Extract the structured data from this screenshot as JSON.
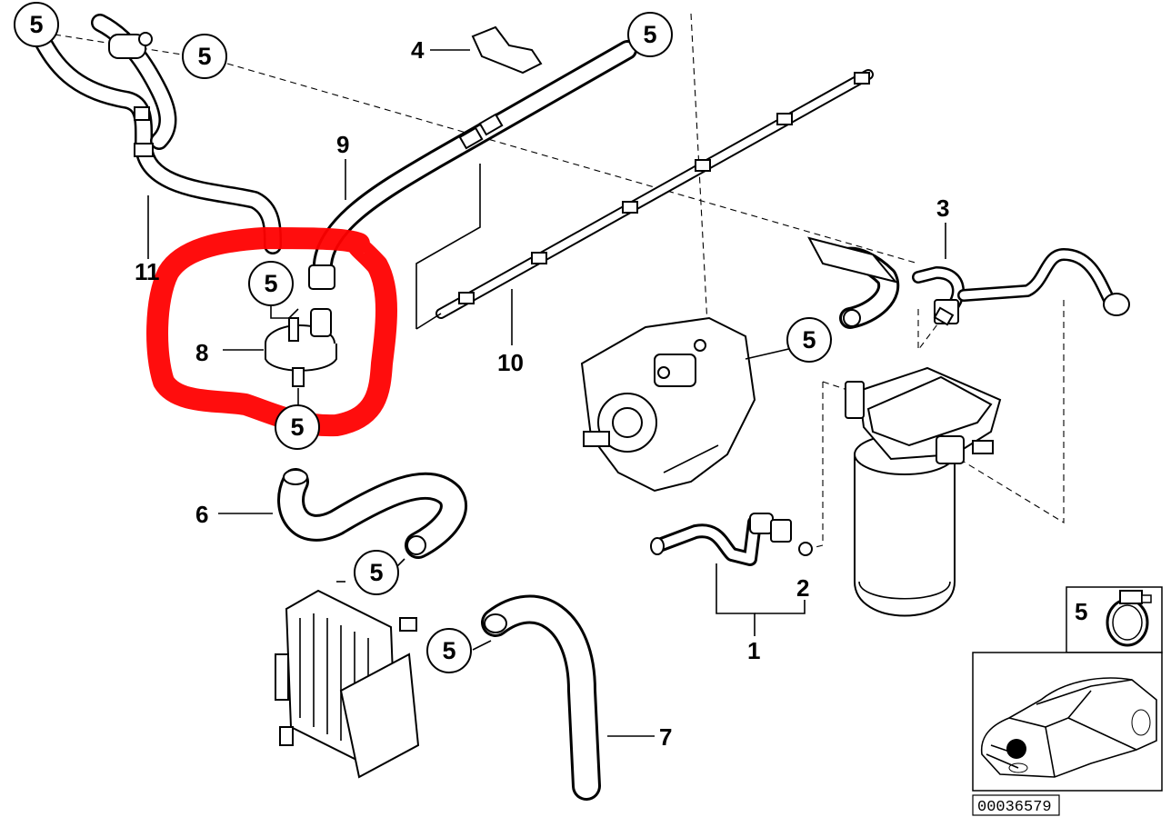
{
  "diagram": {
    "part_numbers": {
      "p1": "1",
      "p2": "2",
      "p3": "3",
      "p4": "4",
      "p6": "6",
      "p7": "7",
      "p8": "8",
      "p9": "9",
      "p10": "10",
      "p11": "11"
    },
    "callout_clamp_label": "5",
    "legend_clamp_label": "5",
    "reference_code": "00036579",
    "highlight_color": "#ff0000",
    "marker_color": "#000000"
  }
}
